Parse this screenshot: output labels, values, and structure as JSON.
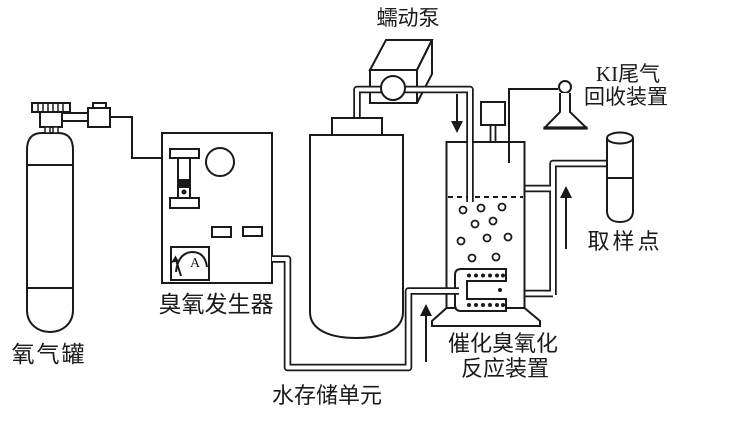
{
  "diagram": {
    "background_color": "#ffffff",
    "line_color": "#1a1a1a",
    "labels": {
      "oxygen_tank": "氧气罐",
      "ozone_generator": "臭氧发生器",
      "peristaltic_pump": "蠕动泵",
      "water_storage": "水存储单元",
      "reactor_line1": "催化臭氧化",
      "reactor_line2": "反应装置",
      "ki_recovery_line1": "KI尾气",
      "ki_recovery_line2": "回收装置",
      "sampling_point": "取样点",
      "ammeter_letter": "A"
    }
  }
}
